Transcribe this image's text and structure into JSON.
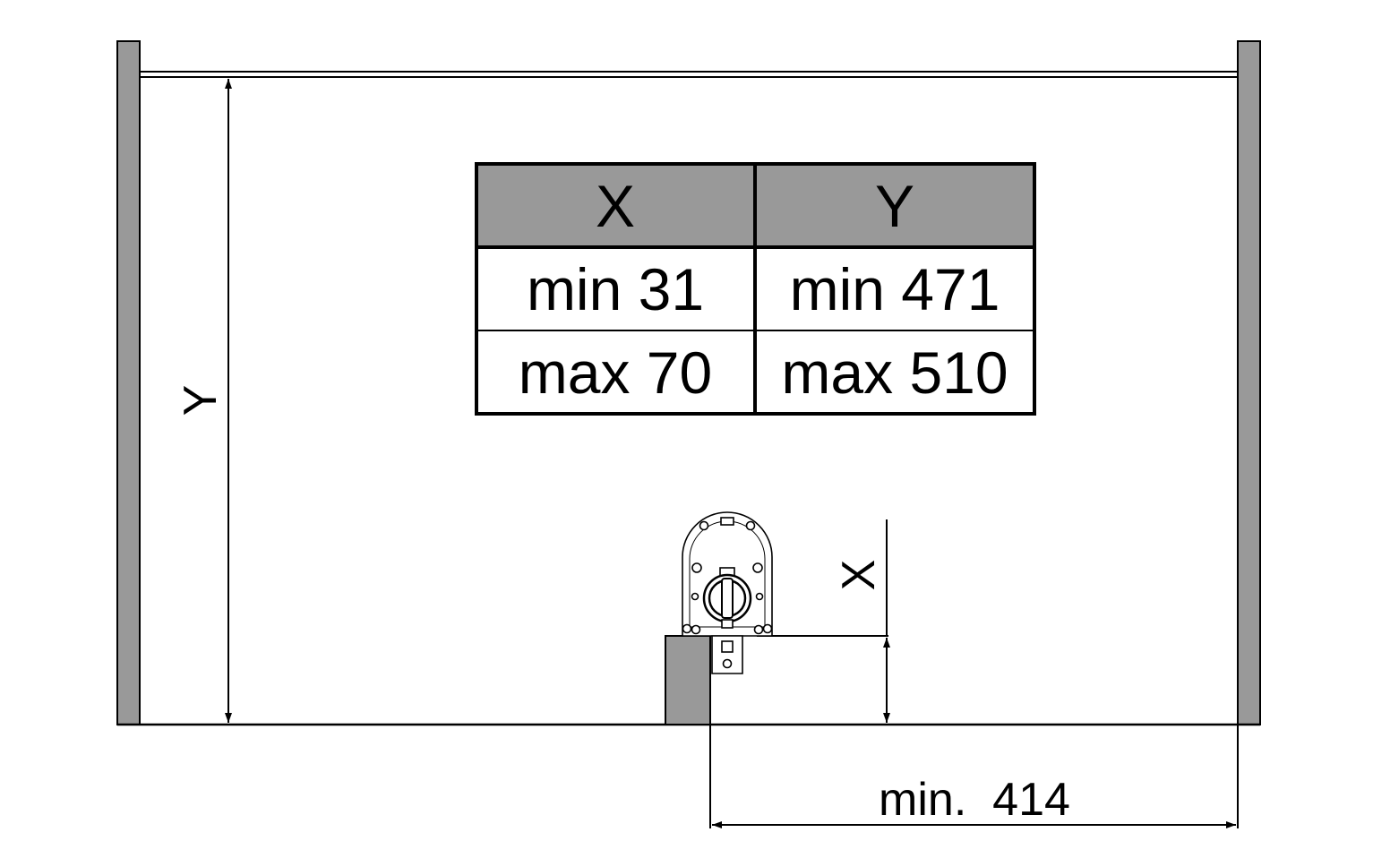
{
  "colors": {
    "line": "#000000",
    "panel_fill": "#999999",
    "background": "#ffffff",
    "header_fill": "#999999",
    "part_fill": "#ffffff"
  },
  "table": {
    "headers": [
      "X",
      "Y"
    ],
    "rows": [
      [
        "min 31",
        "min 471"
      ],
      [
        "max 70",
        "max 510"
      ]
    ]
  },
  "dimensions": {
    "y_label": "Y",
    "x_label": "X",
    "width_label": "min.  414"
  }
}
